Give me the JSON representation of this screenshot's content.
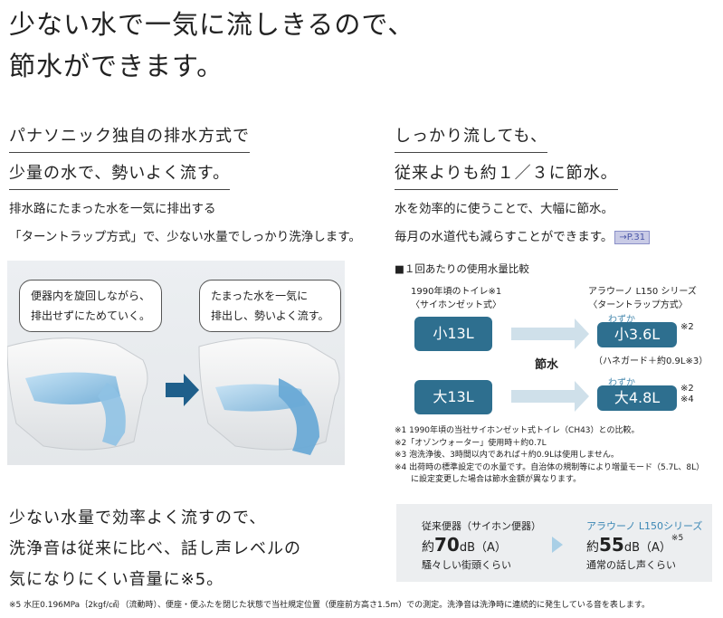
{
  "headline": {
    "line1": "少ない水で一気に流しきるので、",
    "line2": "節水ができます。"
  },
  "left": {
    "sub1": "パナソニック独自の排水方式で",
    "sub2": "少量の水で、勢いよく流す。",
    "body1": "排水路にたまった水を一気に排出する",
    "body2": "「ターントラップ方式」で、少ない水量でしっかり洗浄します。",
    "bubble1_line1": "便器内を旋回しながら、",
    "bubble1_line2": "排出せずにためていく。",
    "bubble2_line1": "たまった水を一気に",
    "bubble2_line2": "排出し、勢いよく流す。"
  },
  "right": {
    "sub1": "しっかり流しても、",
    "sub2": "従来よりも約１／３に節水。",
    "body1": "水を効率的に使うことで、大幅に節水。",
    "body2": "毎月の水道代も減らすことができます。",
    "page_ref": "→P.31",
    "chart_heading": "■１回あたりの使用水量比較",
    "old_label1": "1990年頃のトイレ※1",
    "old_label2": "〈サイホンゼット式〉",
    "new_label1": "アラウーノ L150 シリーズ",
    "new_label2": "〈ターントラップ方式〉",
    "small_old": "小13L",
    "small_new": "小3.6L",
    "small_new_note": "※2",
    "large_old": "大13L",
    "large_new": "大4.8L",
    "large_new_note1": "※2",
    "large_new_note2": "※4",
    "wazuka1": "わずか",
    "wazuka2": "わずか",
    "sessui": "節水",
    "hane": "（ハネガード＋約0.9L※3）",
    "notes": [
      "※1 1990年頃の当社サイホンゼット式トイレ（CH43）との比較。",
      "※2「オゾンウォーター」使用時＋約0.7L",
      "※3 泡洗浄後、3時間以内であれば＋約0.9Lは使用しません。",
      "※4 出荷時の標準設定での水量です。自治体の規制等により増量モード（5.7L、8L）",
      "　　に設定変更した場合は節水金額が異なります。"
    ]
  },
  "bottom": {
    "line1": "少ない水量で効率よく流すので、",
    "line2": "洗浄音は従来に比べ、話し声レベルの",
    "line3": "気になりにくい音量に※5。",
    "old_name": "従来便器（サイホン便器）",
    "old_value_prefix": "約",
    "old_value": "70",
    "old_unit": "dB（A）",
    "old_desc": "騒々しい街頭くらい",
    "new_name": "アラウーノ L150シリーズ",
    "new_value_prefix": "約",
    "new_value": "55",
    "new_unit": "dB（A）",
    "new_note": "※5",
    "new_desc": "通常の話し声くらい",
    "footnote": "※5 水圧0.196MPa｛2kgf/㎠｝（流動時）、便座・便ふたを閉じた状態で当社規定位置（便座前方高さ1.5m）での測定。洗浄音は洗浄時に連続的に発生している音を表します。"
  },
  "colors": {
    "blob": "#2e6f8f",
    "arrow_light": "#cfe0ea",
    "arrow_dark": "#1f5f8b",
    "wazuka": "#4a8bb0",
    "brand_blue": "#3a86b4",
    "compare_bg": "#eceef0"
  }
}
